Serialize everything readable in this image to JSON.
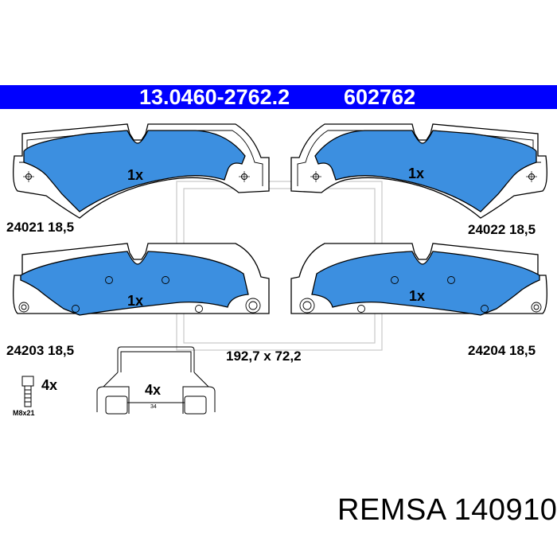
{
  "header": {
    "part_number": "13.0460-2762.2",
    "alt_number": "602762"
  },
  "pads": [
    {
      "quantity": "1x",
      "code": "24021 18,5"
    },
    {
      "quantity": "1x",
      "code": "24022 18,5"
    },
    {
      "quantity": "1x",
      "code": "24203 18,5"
    },
    {
      "quantity": "1x",
      "code": "24204 18,5"
    }
  ],
  "dimensions": "192,7 x 72,2",
  "bolt": {
    "quantity": "4x",
    "size": "M8x21"
  },
  "clip": {
    "quantity": "4x",
    "spacing": "34"
  },
  "brand": "REMSA 140910",
  "colors": {
    "header": "#0000ff",
    "pad_fill": "#3c8fe0",
    "pad_outline": "#000000"
  }
}
